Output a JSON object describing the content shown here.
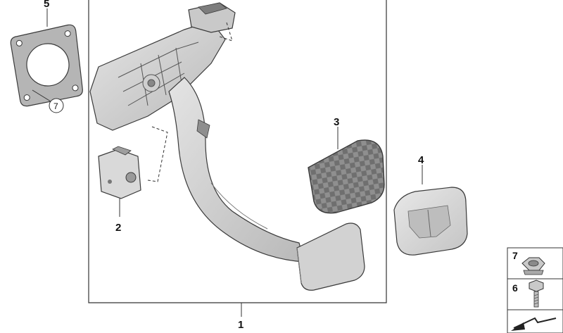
{
  "callouts": {
    "assembly": "1",
    "bracket": "2",
    "pad_rubber": "3",
    "pad_cover": "4",
    "gasket": "5",
    "nut_ref": "7"
  },
  "legend": {
    "items": [
      {
        "number": "7",
        "part": "hex-flange-nut"
      },
      {
        "number": "6",
        "part": "hex-bolt"
      }
    ]
  },
  "colors": {
    "part_fill": "#d6d6d6",
    "part_dark": "#9a9a9a",
    "outline": "#3a3a3a",
    "frame": "#333333"
  }
}
